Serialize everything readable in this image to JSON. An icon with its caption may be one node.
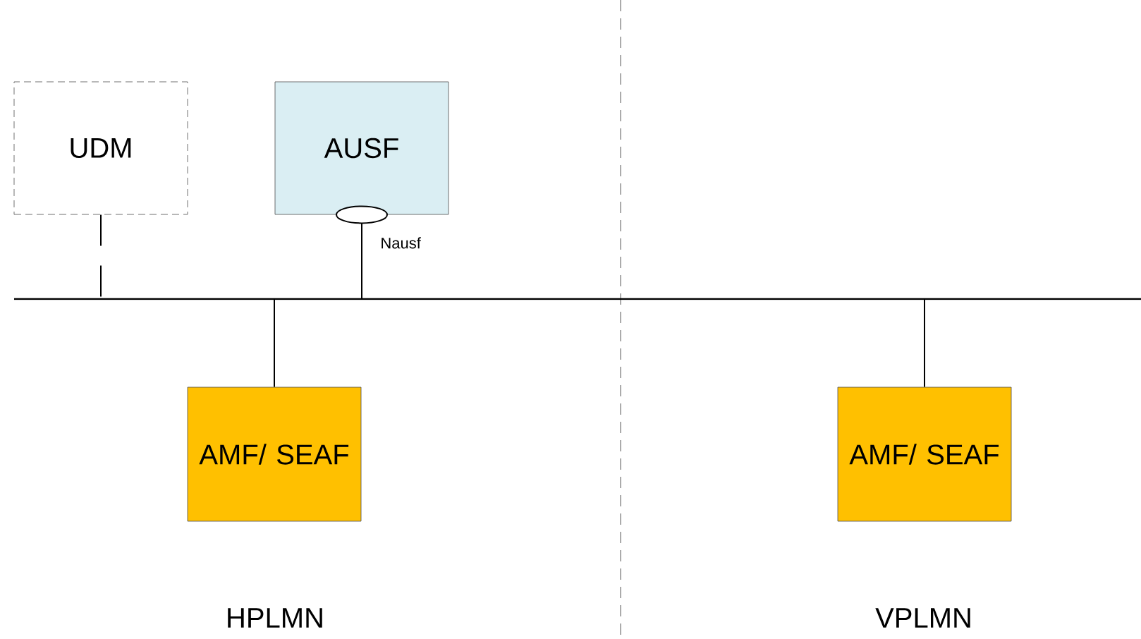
{
  "diagram": {
    "nodes": [
      {
        "text": [
          "UDM"
        ]
      },
      {
        "text": [
          "AUSF"
        ]
      },
      {
        "text": [
          "AMF/ SEAF"
        ]
      },
      {
        "text": [
          "AMF/ SEAF"
        ]
      },
      {
        "text": [],
        "shape": "bar"
      }
    ],
    "edges": [
      {
        "from": 0,
        "to": 4,
        "arrow": "none",
        "style": "dashed"
      },
      {
        "from": 1,
        "to": 4,
        "arrow": "none",
        "label": "Nausf"
      },
      {
        "from": 2,
        "to": 4,
        "arrow": "none"
      },
      {
        "from": 3,
        "to": 4,
        "arrow": "none"
      }
    ],
    "labels": [
      "HPLMN",
      "VPLMN"
    ]
  }
}
